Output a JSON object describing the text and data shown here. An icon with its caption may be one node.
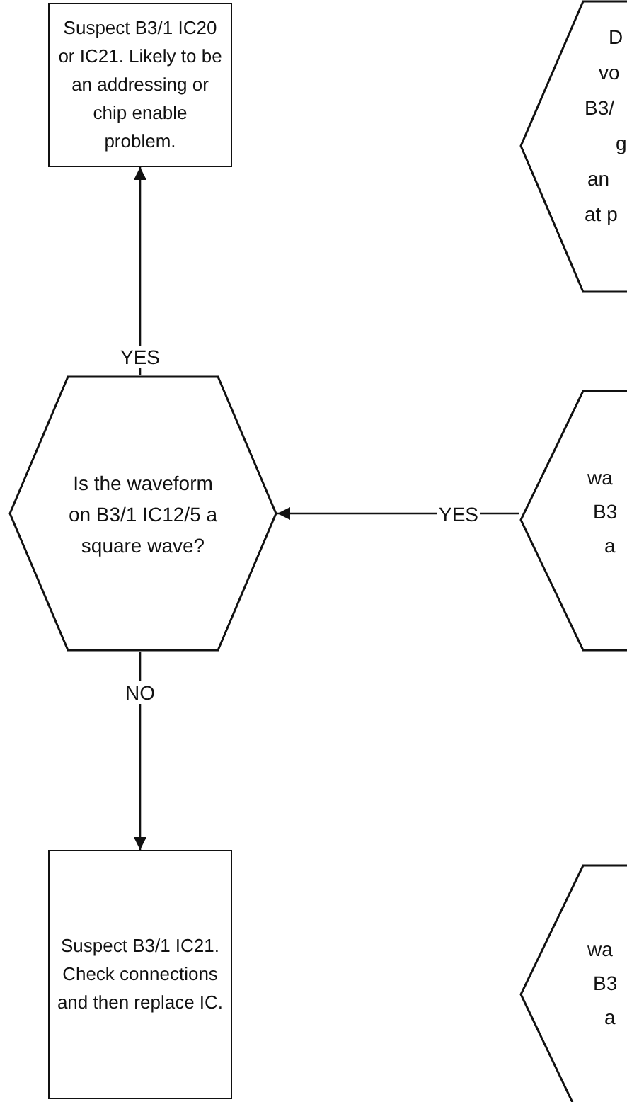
{
  "diagram": {
    "nodes": [
      {
        "text": [
          "Suspect B3/1 IC20 or IC21. Likely to be an addressing or chip enable problem."
        ]
      },
      {
        "text": [
          "D",
          "vo",
          "B3/",
          "g",
          "an",
          "at p"
        ]
      },
      {
        "text": [
          "Is the waveform on B3/1 IC12/5 a square wave?"
        ]
      },
      {
        "text": [
          "wa",
          "B3",
          "a"
        ]
      },
      {
        "text": [
          "Suspect B3/1 IC21. Check connections and then replace IC."
        ]
      },
      {
        "text": [
          "wa",
          "B3",
          "a"
        ]
      }
    ],
    "edges": [
      {
        "from": 2,
        "to": 0,
        "arrow": "to",
        "label": "YES"
      },
      {
        "from": 3,
        "to": 2,
        "arrow": "to",
        "label": "YES"
      },
      {
        "from": 2,
        "to": 4,
        "arrow": "to",
        "label": "NO"
      }
    ]
  }
}
